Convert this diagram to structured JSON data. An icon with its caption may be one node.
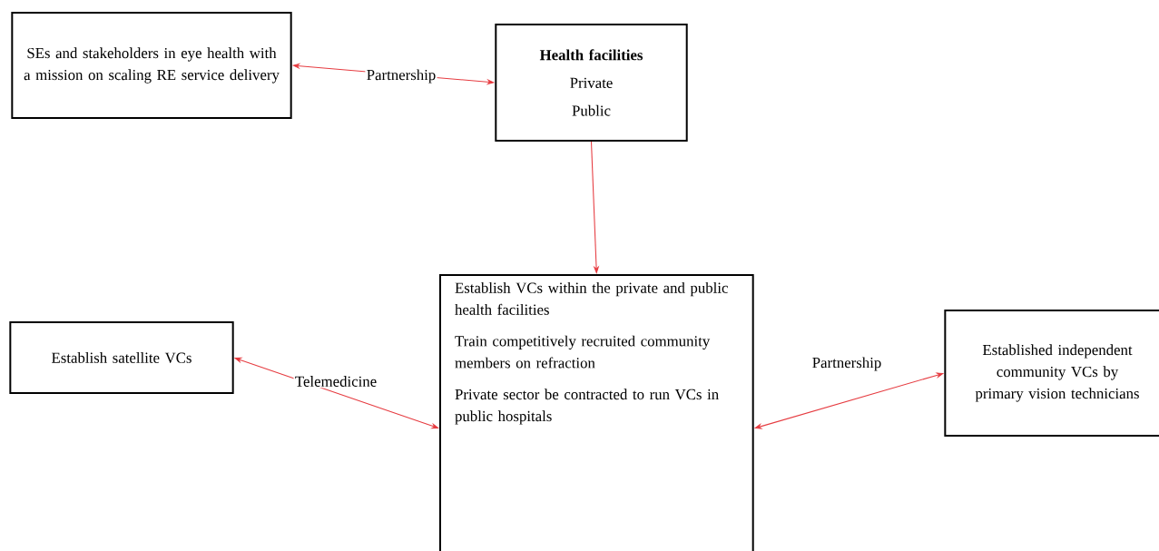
{
  "diagram": {
    "nodes": [
      {
        "text": [
          "SEs and stakeholders in eye health with a mission on scaling RE service delivery"
        ]
      },
      {
        "text": [
          "Health facilities",
          "Private",
          "Public"
        ]
      },
      {
        "text": [
          "Establish satellite VCs"
        ]
      },
      {
        "text": [
          "Establish VCs within the private and public health facilities",
          "Train competitively recruited community members on refraction",
          "Private sector be contracted to run VCs in public hospitals"
        ]
      },
      {
        "text": [
          "Established independent community VCs by primary vision technicians"
        ]
      }
    ],
    "edges": [
      {
        "from": 0,
        "to": 1,
        "arrow": "both",
        "label": "Partnership"
      },
      {
        "from": 1,
        "to": 3,
        "arrow": "to"
      },
      {
        "from": 2,
        "to": 3,
        "arrow": "both",
        "label": "Telemedicine"
      },
      {
        "from": 3,
        "to": 4,
        "arrow": "both",
        "label": "Partnership"
      }
    ]
  }
}
